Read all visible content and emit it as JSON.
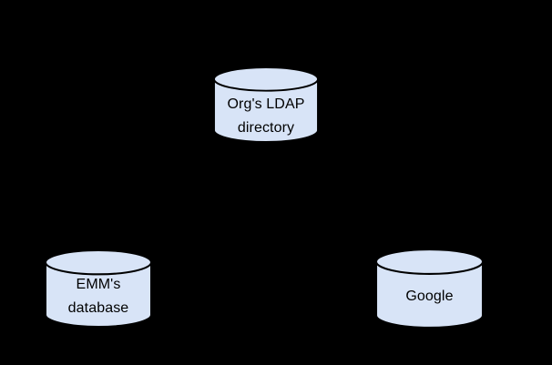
{
  "diagram": {
    "background_color": "#000000",
    "node_fill_color": "#d8e4f7",
    "node_stroke_color": "#000000",
    "nodes": [
      {
        "id": "ldap",
        "shape": "database-cylinder",
        "lines": [
          "Org's LDAP",
          "directory"
        ]
      },
      {
        "id": "emm",
        "shape": "database-cylinder",
        "lines": [
          "EMM's",
          "database"
        ]
      },
      {
        "id": "google",
        "shape": "database-cylinder",
        "lines": [
          "Google",
          ""
        ]
      }
    ]
  }
}
